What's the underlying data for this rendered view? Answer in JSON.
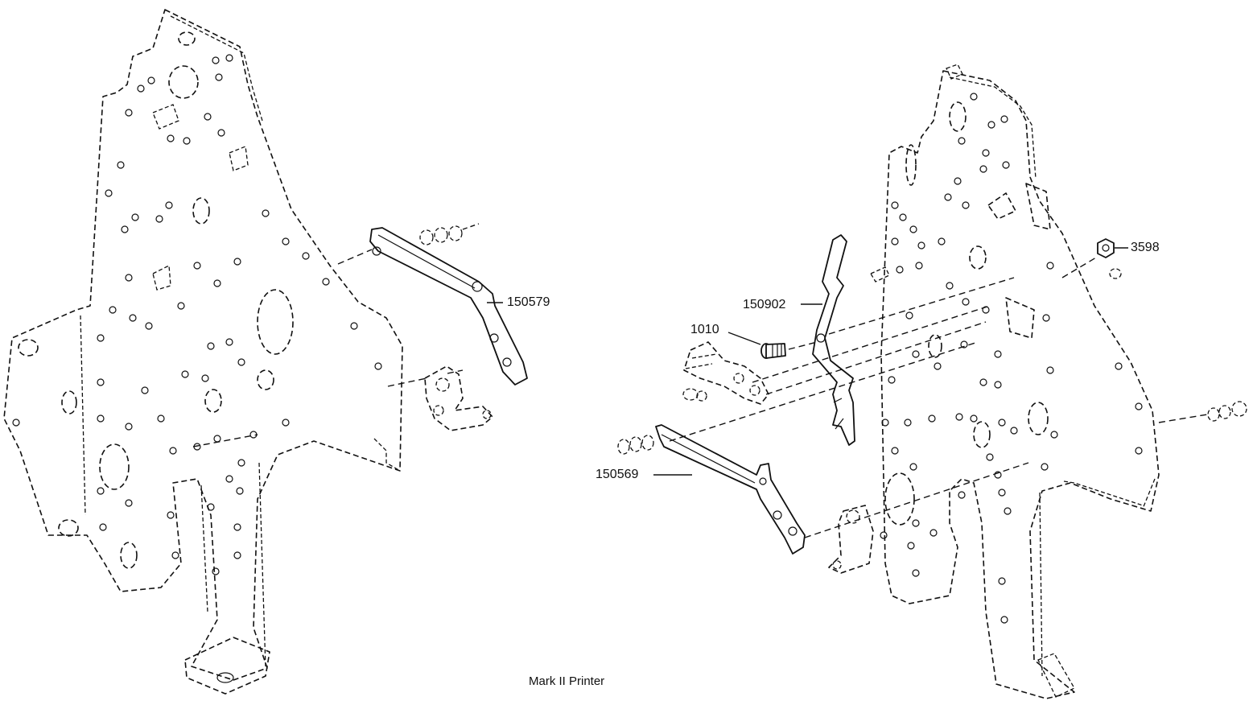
{
  "caption": "Mark II Printer",
  "callouts": {
    "left_bracket": "150579",
    "lever": "150902",
    "screw": "1010",
    "lower_bracket": "150569",
    "nut": "3598"
  }
}
